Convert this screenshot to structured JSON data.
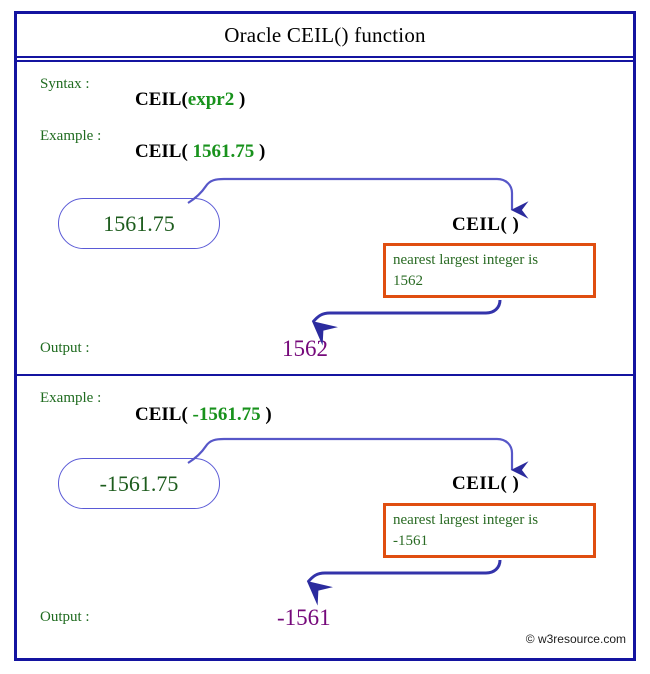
{
  "title": "Oracle CEIL() function",
  "colors": {
    "frame_blue": "#1414a0",
    "label_green": "#1f6b1f",
    "arg_green": "#18921c",
    "note_orange": "#e04e10",
    "note_green": "#2a6b24",
    "output_purple": "#75087a",
    "arrow_blue": "#3b3bbf",
    "pill_border": "#5a5ad6"
  },
  "panels": [
    {
      "syntax_label": "Syntax :",
      "syntax_code_prefix": "CEIL(",
      "syntax_code_arg": "expr2",
      "syntax_code_suffix": " )",
      "example_label": "Example :",
      "example_code_prefix": "CEIL( ",
      "example_code_arg": "1561.75",
      "example_code_suffix": " )",
      "input_pill": "1561.75",
      "function_box": "CEIL(  )",
      "note_line1": "nearest largest integer is",
      "note_line2": "1562",
      "output_label": "Output :",
      "output_value": "1562"
    },
    {
      "example_label": "Example :",
      "example_code_prefix": "CEIL( ",
      "example_code_arg": "-1561.75",
      "example_code_suffix": " )",
      "input_pill": "-1561.75",
      "function_box": "CEIL(  )",
      "note_line1": "nearest largest integer is",
      "note_line2": "-1561",
      "output_label": "Output :",
      "output_value": "-1561"
    }
  ],
  "credit": "© w3resource.com"
}
